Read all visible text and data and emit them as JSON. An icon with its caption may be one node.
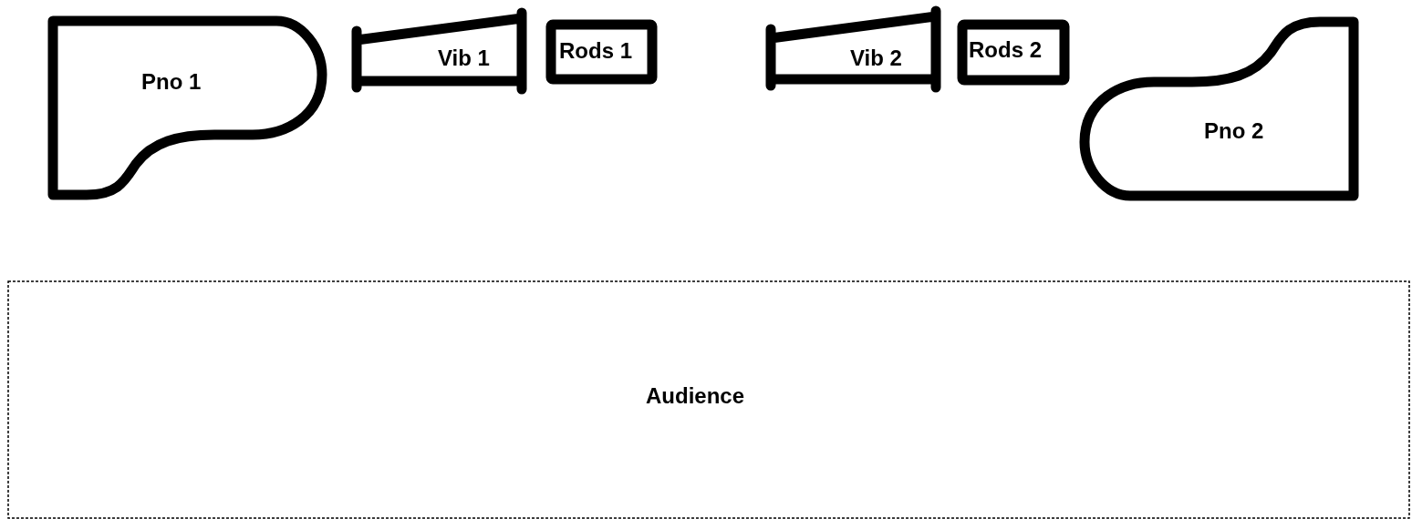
{
  "diagram": {
    "nodes": [
      {
        "text": [
          "Pno 1"
        ]
      },
      {
        "text": [
          "Vib 1"
        ]
      },
      {
        "text": [
          "Rods 1"
        ]
      },
      {
        "text": [
          "Vib 2"
        ]
      },
      {
        "text": [
          "Rods 2"
        ]
      },
      {
        "text": [
          "Pno 2"
        ]
      },
      {
        "text": [
          "Audience"
        ]
      }
    ],
    "edges": []
  }
}
